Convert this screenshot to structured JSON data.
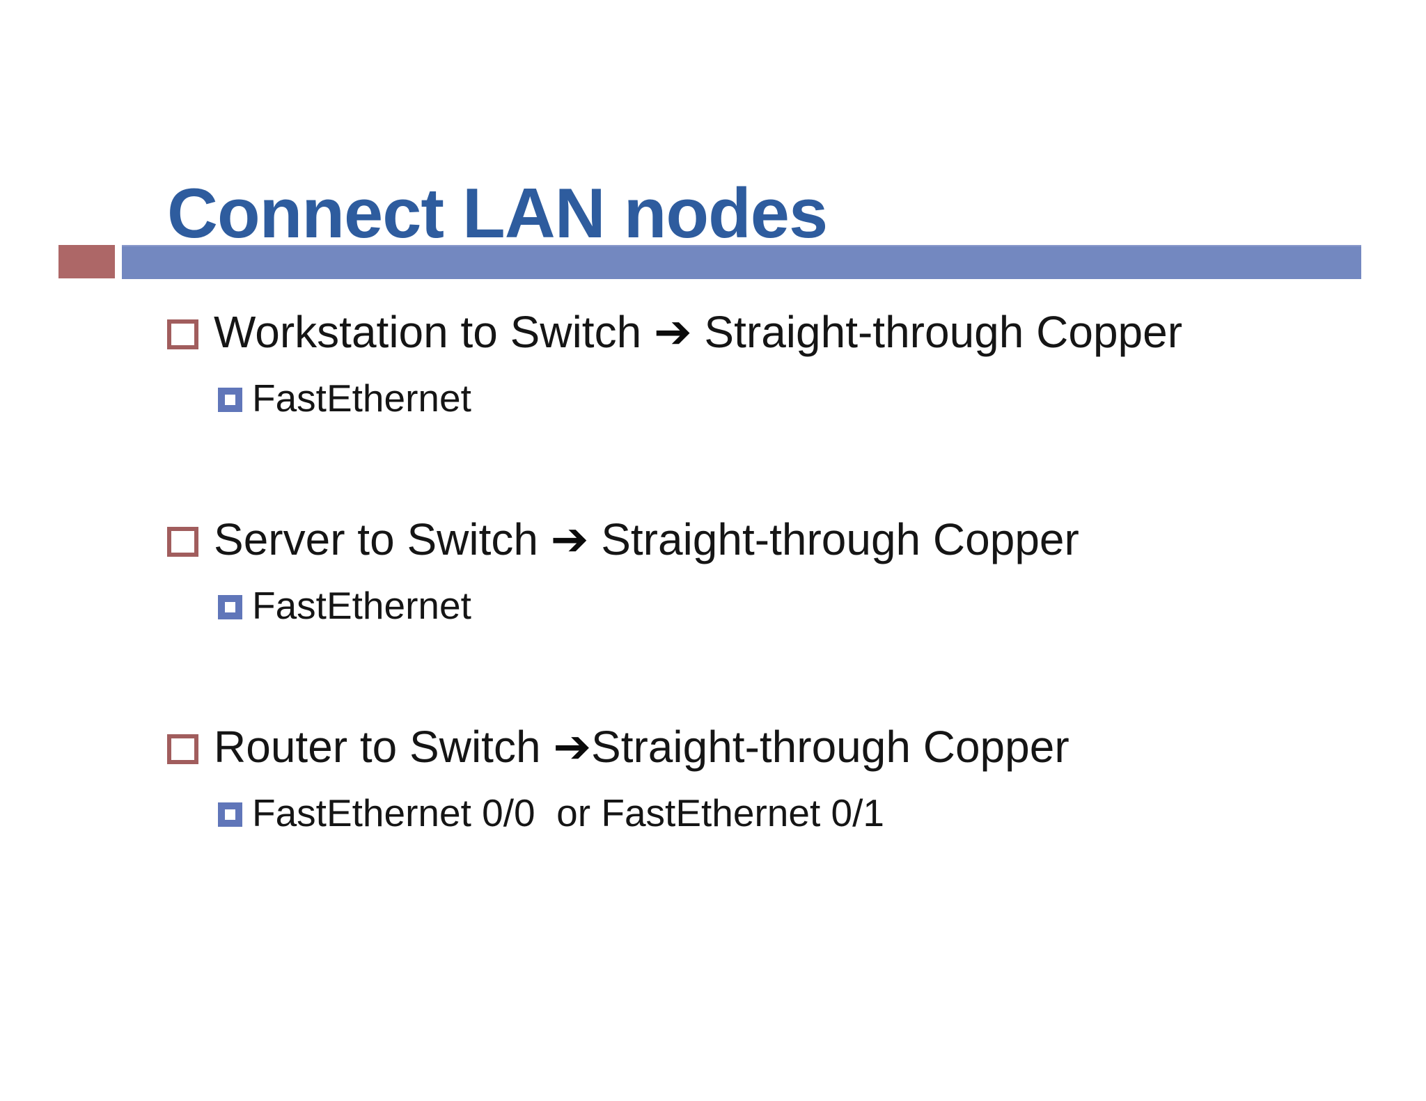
{
  "slide": {
    "title": "Connect LAN nodes",
    "colors": {
      "title_blue": "#2e5c9e",
      "rule_bar_blue": "#7388c0",
      "rule_block_red": "#ad6767",
      "bullet_outline_red": "#a15d5d",
      "sub_bullet_blue": "#6076b9",
      "body_text": "#151515"
    },
    "bullets": [
      {
        "lhs": "Workstation to Switch ",
        "arrow": "➔",
        "rhs": " Straight-through Copper",
        "subs": [
          "FastEthernet"
        ]
      },
      {
        "lhs": "Server to Switch ",
        "arrow": "➔",
        "rhs": " Straight-through Copper",
        "subs": [
          "FastEthernet"
        ]
      },
      {
        "lhs": "Router to Switch ",
        "arrow": "➔",
        "rhs": "Straight-through Copper",
        "subs": [
          "FastEthernet 0/0  or FastEthernet 0/1"
        ]
      }
    ]
  }
}
